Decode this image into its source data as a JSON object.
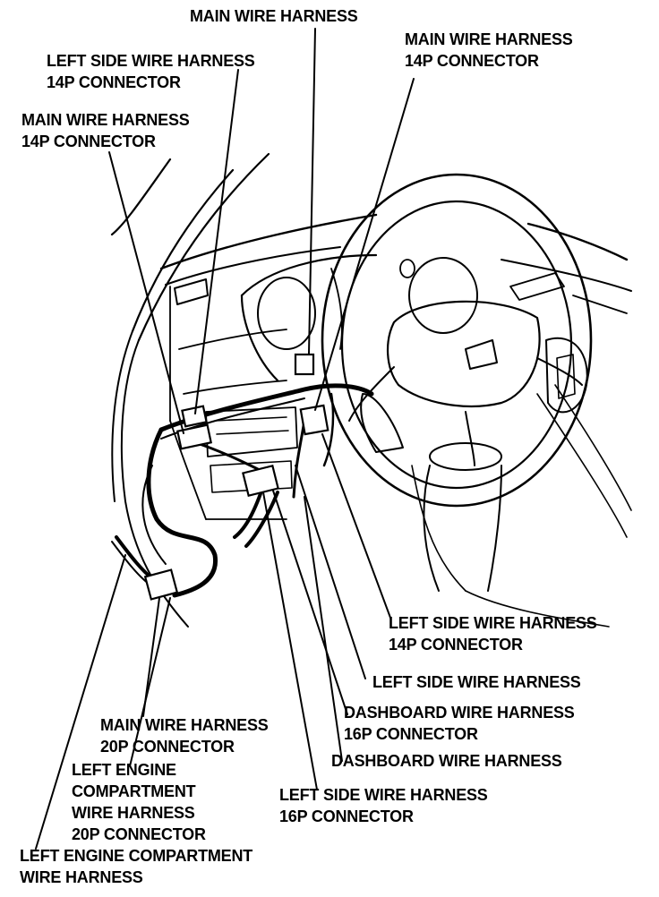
{
  "labels": {
    "main_harness_top": {
      "line1": "MAIN WIRE HARNESS"
    },
    "main_harness_14p_right": {
      "line1": "MAIN WIRE HARNESS",
      "line2": "14P CONNECTOR"
    },
    "left_side_14p_top": {
      "line1": "LEFT SIDE WIRE HARNESS",
      "line2": "14P CONNECTOR"
    },
    "main_harness_14p_left": {
      "line1": "MAIN WIRE HARNESS",
      "line2": "14P CONNECTOR"
    },
    "left_side_14p_right": {
      "line1": "LEFT SIDE WIRE HARNESS",
      "line2": "14P CONNECTOR"
    },
    "left_side_harness": {
      "line1": "LEFT SIDE WIRE HARNESS"
    },
    "dashboard_16p": {
      "line1": "DASHBOARD WIRE HARNESS",
      "line2": "16P CONNECTOR"
    },
    "dashboard_harness": {
      "line1": "DASHBOARD WIRE HARNESS"
    },
    "main_harness_20p": {
      "line1": "MAIN WIRE HARNESS",
      "line2": "20P CONNECTOR"
    },
    "left_side_16p": {
      "line1": "LEFT SIDE WIRE HARNESS",
      "line2": "16P CONNECTOR"
    },
    "left_engine_20p": {
      "line1": "LEFT ENGINE",
      "line2": "COMPARTMENT",
      "line3": "WIRE HARNESS",
      "line4": "20P CONNECTOR"
    },
    "left_engine_harness": {
      "line1": "LEFT ENGINE COMPARTMENT",
      "line2": "WIRE HARNESS"
    }
  }
}
